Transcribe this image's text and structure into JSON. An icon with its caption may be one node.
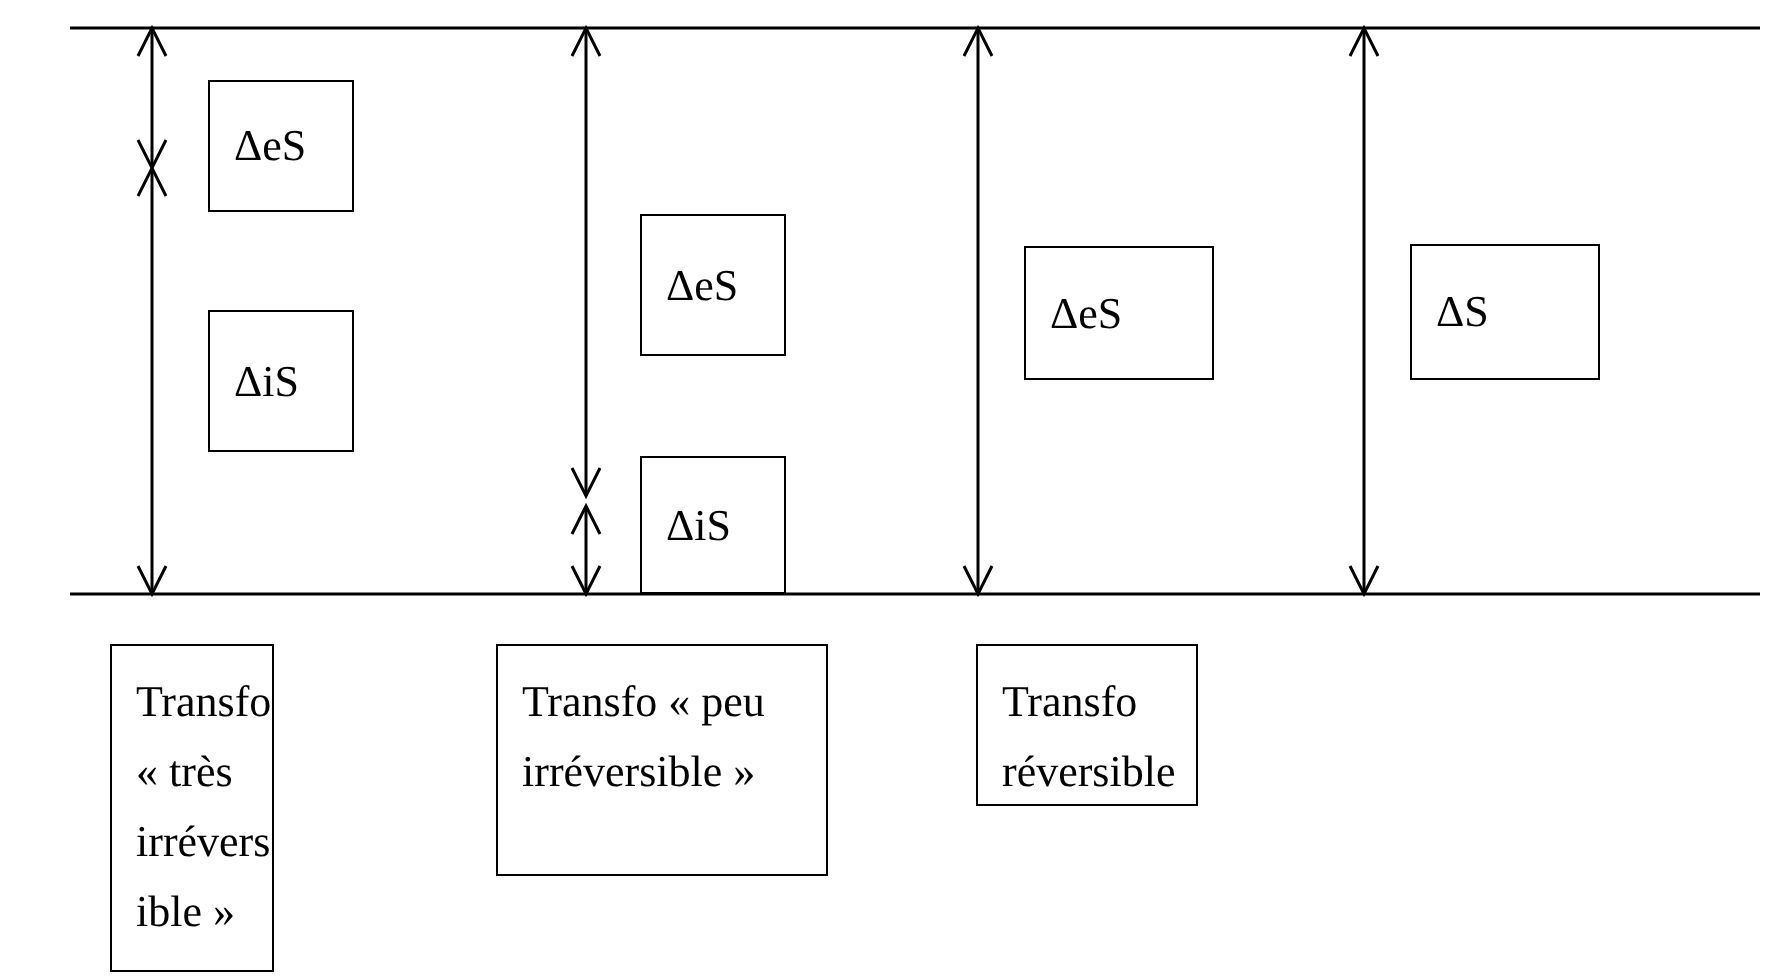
{
  "diagram": {
    "nodes": [
      {
        "text": [
          "ΔeS"
        ]
      },
      {
        "text": [
          "ΔiS"
        ]
      },
      {
        "text": [
          "ΔeS"
        ]
      },
      {
        "text": [
          "ΔiS"
        ]
      },
      {
        "text": [
          "ΔeS"
        ]
      },
      {
        "text": [
          "ΔS"
        ]
      },
      {
        "text": [
          "Transfo « très irrévers ible »"
        ]
      },
      {
        "text": [
          "Transfo « peu irréversible »"
        ]
      },
      {
        "text": [
          "Transfo réversible"
        ]
      }
    ]
  }
}
